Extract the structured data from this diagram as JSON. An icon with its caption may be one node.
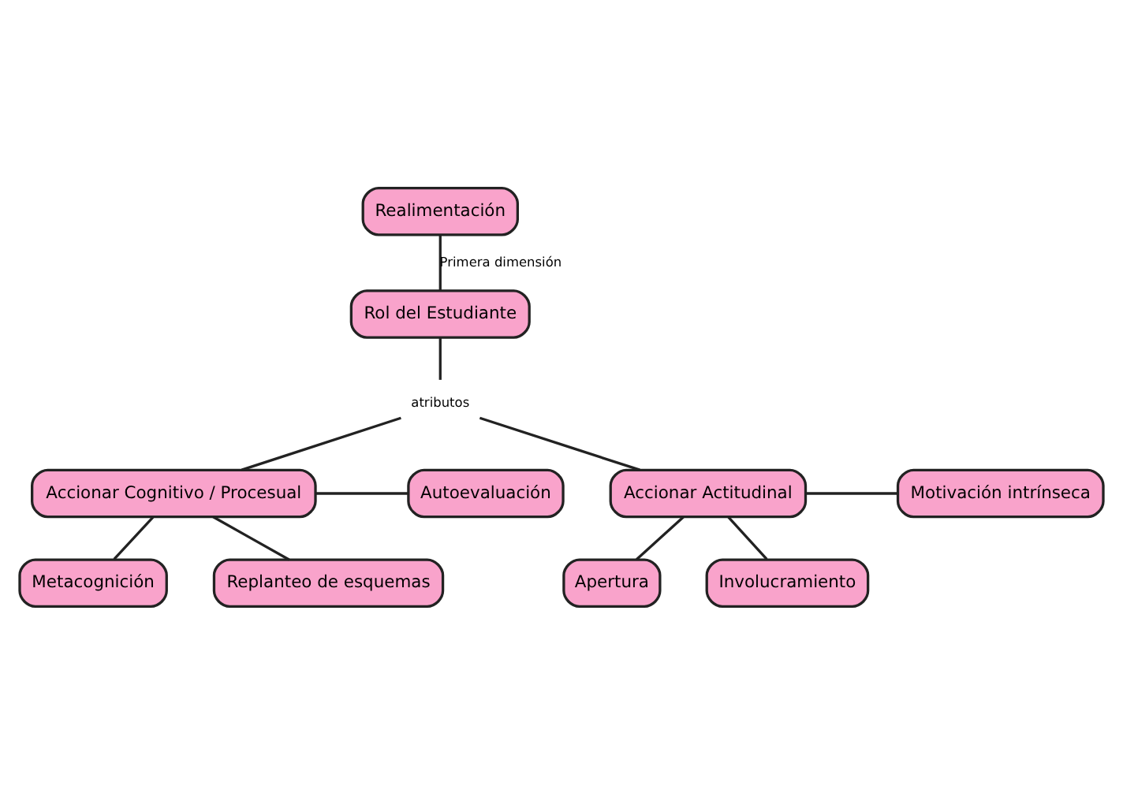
{
  "diagram": {
    "nodes": [
      {
        "text": [
          "Realimentación"
        ]
      },
      {
        "text": [
          "Rol del Estudiante"
        ]
      },
      {
        "text": [
          "atributos"
        ]
      },
      {
        "text": [
          "Metacognición"
        ]
      },
      {
        "text": [
          "Apertura"
        ]
      },
      {
        "text": [
          "Autoevaluación"
        ]
      },
      {
        "text": [
          "Accionar Cognitivo / Procesual"
        ]
      },
      {
        "text": [
          "Accionar Actitudinal"
        ]
      },
      {
        "text": [
          "Motivación intrínseca"
        ]
      },
      {
        "text": [
          "Replanteo de esquemas"
        ]
      },
      {
        "text": [
          "Involucramiento"
        ]
      }
    ],
    "edges": [
      {
        "from": 0,
        "to": 1,
        "arrow": "none",
        "label": "Primera dimensión"
      },
      {
        "from": 1,
        "to": 2,
        "arrow": "none"
      },
      {
        "from": 2,
        "to": 6,
        "arrow": "none"
      },
      {
        "from": 2,
        "to": 7,
        "arrow": "none"
      },
      {
        "from": 6,
        "to": 3,
        "arrow": "none"
      },
      {
        "from": 6,
        "to": 5,
        "arrow": "none"
      },
      {
        "from": 6,
        "to": 9,
        "arrow": "none"
      },
      {
        "from": 7,
        "to": 4,
        "arrow": "none"
      },
      {
        "from": 7,
        "to": 8,
        "arrow": "none"
      },
      {
        "from": 7,
        "to": 10,
        "arrow": "none"
      }
    ]
  }
}
